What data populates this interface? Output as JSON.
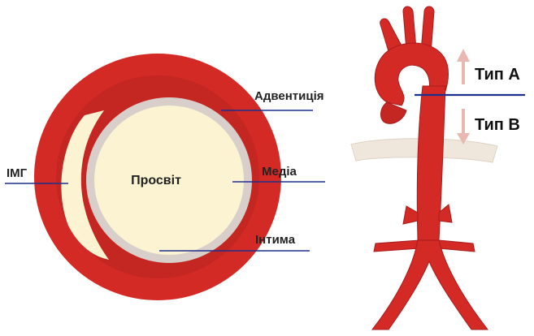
{
  "cross_section": {
    "lumen_label": "Просвіт",
    "layers": {
      "adventitia": "Адвентиція",
      "media": "Медіа",
      "intima": "Інтима",
      "false_lumen": "ІМГ"
    }
  },
  "aorta": {
    "type_a": "Тип A",
    "type_b": "Тип B"
  },
  "colors": {
    "vessel_red": "#d42a26",
    "vessel_dark": "#a81c1c",
    "lumen_fill": "#fbf3d2",
    "intima_ring": "#d9cfca",
    "pointer_line": "#1c2f8c",
    "arrow": "#e9b8b2",
    "plane": "#efe7dc"
  }
}
